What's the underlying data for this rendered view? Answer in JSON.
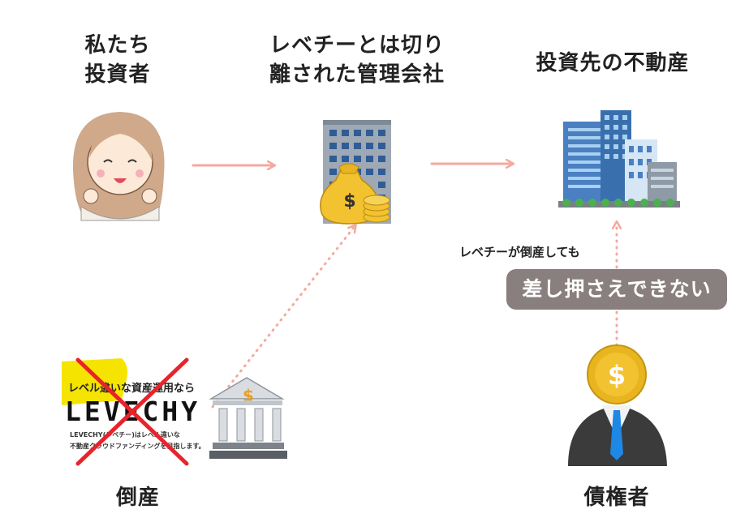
{
  "nodes": {
    "investor": {
      "heading": "私たち\n投資者"
    },
    "company": {
      "heading": "レベチーとは切り\n離された管理会社"
    },
    "property": {
      "heading": "投資先の不動産"
    },
    "bankrupt": {
      "caption": "倒産"
    },
    "creditor": {
      "caption": "債権者"
    }
  },
  "note": {
    "small": "レベチーが倒産しても",
    "pill": "差し押さえできない"
  },
  "levechy_card": {
    "tagline": "レベル違いな資産運用なら",
    "logo": "LEVECHY",
    "description": "LEVECHY(レベチー)はレベル違いな\n不動産クラウドファンディングを目指します。"
  },
  "colors": {
    "arrow": "#f4a9a0",
    "dotted": "#f4a9a0",
    "cross": "#e8232b",
    "logo_bg": "#f4e400",
    "pill_bg": "#8a7f7f"
  },
  "icons": [
    "woman-avatar-icon",
    "office-building-icon",
    "money-bag-icon",
    "coins-icon",
    "city-buildings-icon",
    "bank-collapse-icon",
    "businessman-coin-head-icon",
    "cross-mark-icon"
  ]
}
